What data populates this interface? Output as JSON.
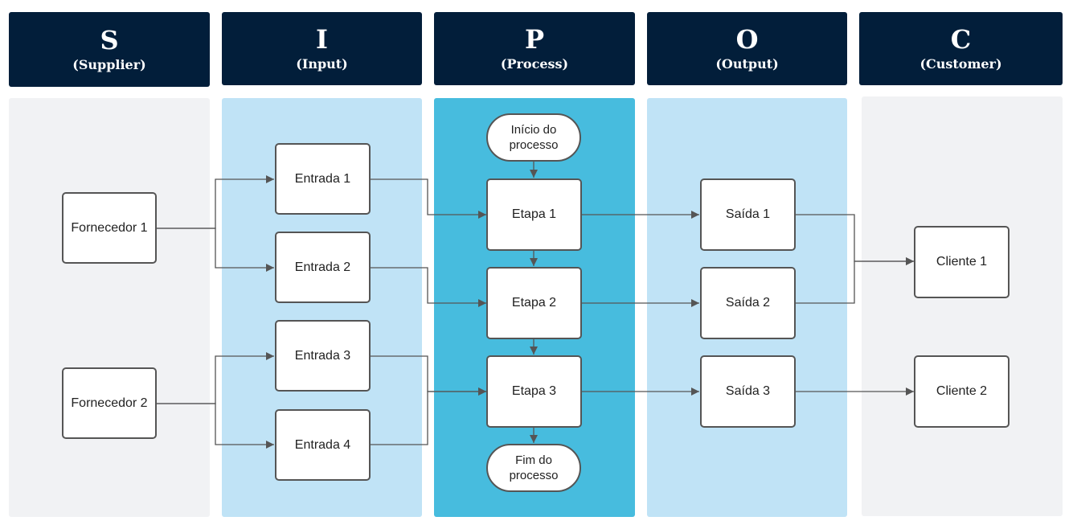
{
  "colors": {
    "header_bg": "#021e3a",
    "lane_gray": "#f1f2f4",
    "lane_light_blue": "#c0e3f6",
    "lane_process": "#47bcde",
    "connector": "#555555"
  },
  "columns": [
    {
      "letter": "S",
      "label": "(Supplier)"
    },
    {
      "letter": "I",
      "label": "(Input)"
    },
    {
      "letter": "P",
      "label": "(Process)"
    },
    {
      "letter": "O",
      "label": "(Output)"
    },
    {
      "letter": "C",
      "label": "(Customer)"
    }
  ],
  "suppliers": [
    "Fornecedor 1",
    "Fornecedor 2"
  ],
  "inputs": [
    "Entrada 1",
    "Entrada 2",
    "Entrada 3",
    "Entrada 4"
  ],
  "process": {
    "start": "Início do processo",
    "steps": [
      "Etapa 1",
      "Etapa 2",
      "Etapa 3"
    ],
    "end": "Fim do processo"
  },
  "outputs": [
    "Saída 1",
    "Saída 2",
    "Saída 3"
  ],
  "customers": [
    "Cliente 1",
    "Cliente 2"
  ]
}
